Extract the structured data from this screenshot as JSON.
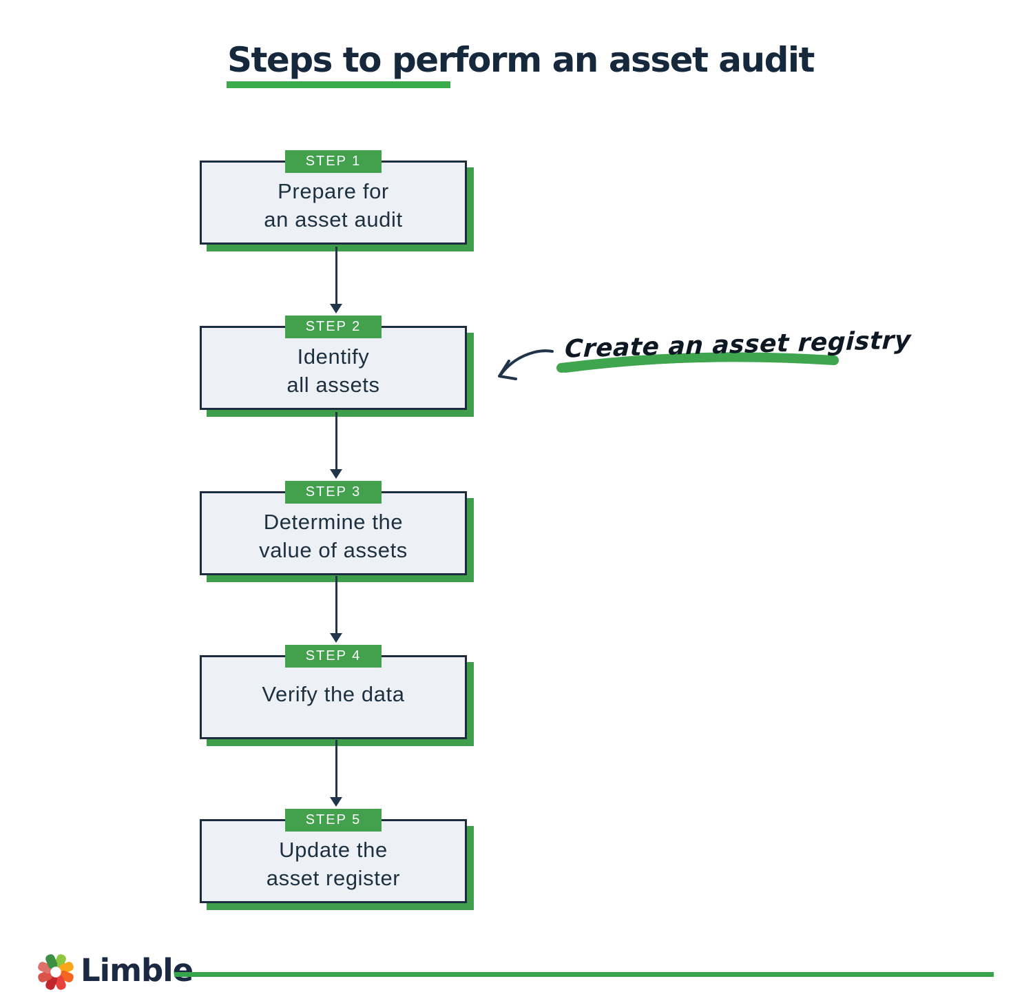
{
  "title": {
    "text": "Steps to perform an asset audit"
  },
  "steps": [
    {
      "tag": "STEP 1",
      "label": "Prepare for\nan asset audit"
    },
    {
      "tag": "STEP 2",
      "label": "Identify\nall assets"
    },
    {
      "tag": "STEP 3",
      "label": "Determine the\nvalue of assets"
    },
    {
      "tag": "STEP 4",
      "label": "Verify the data"
    },
    {
      "tag": "STEP 5",
      "label": "Update the\nasset register"
    }
  ],
  "annotation": {
    "text": "Create an asset registry",
    "points_to": "STEP 2"
  },
  "footer": {
    "brand": "Limble"
  },
  "icons": {
    "gear": "limble-gear-icon",
    "arrow": "curved-annotation-arrow-icon"
  },
  "colors": {
    "green": "#3f9e4b",
    "green_bright": "#3cab4b",
    "navy": "#1c2b3d",
    "box_fill": "#edf1f6",
    "text_dark": "#1d3040"
  }
}
